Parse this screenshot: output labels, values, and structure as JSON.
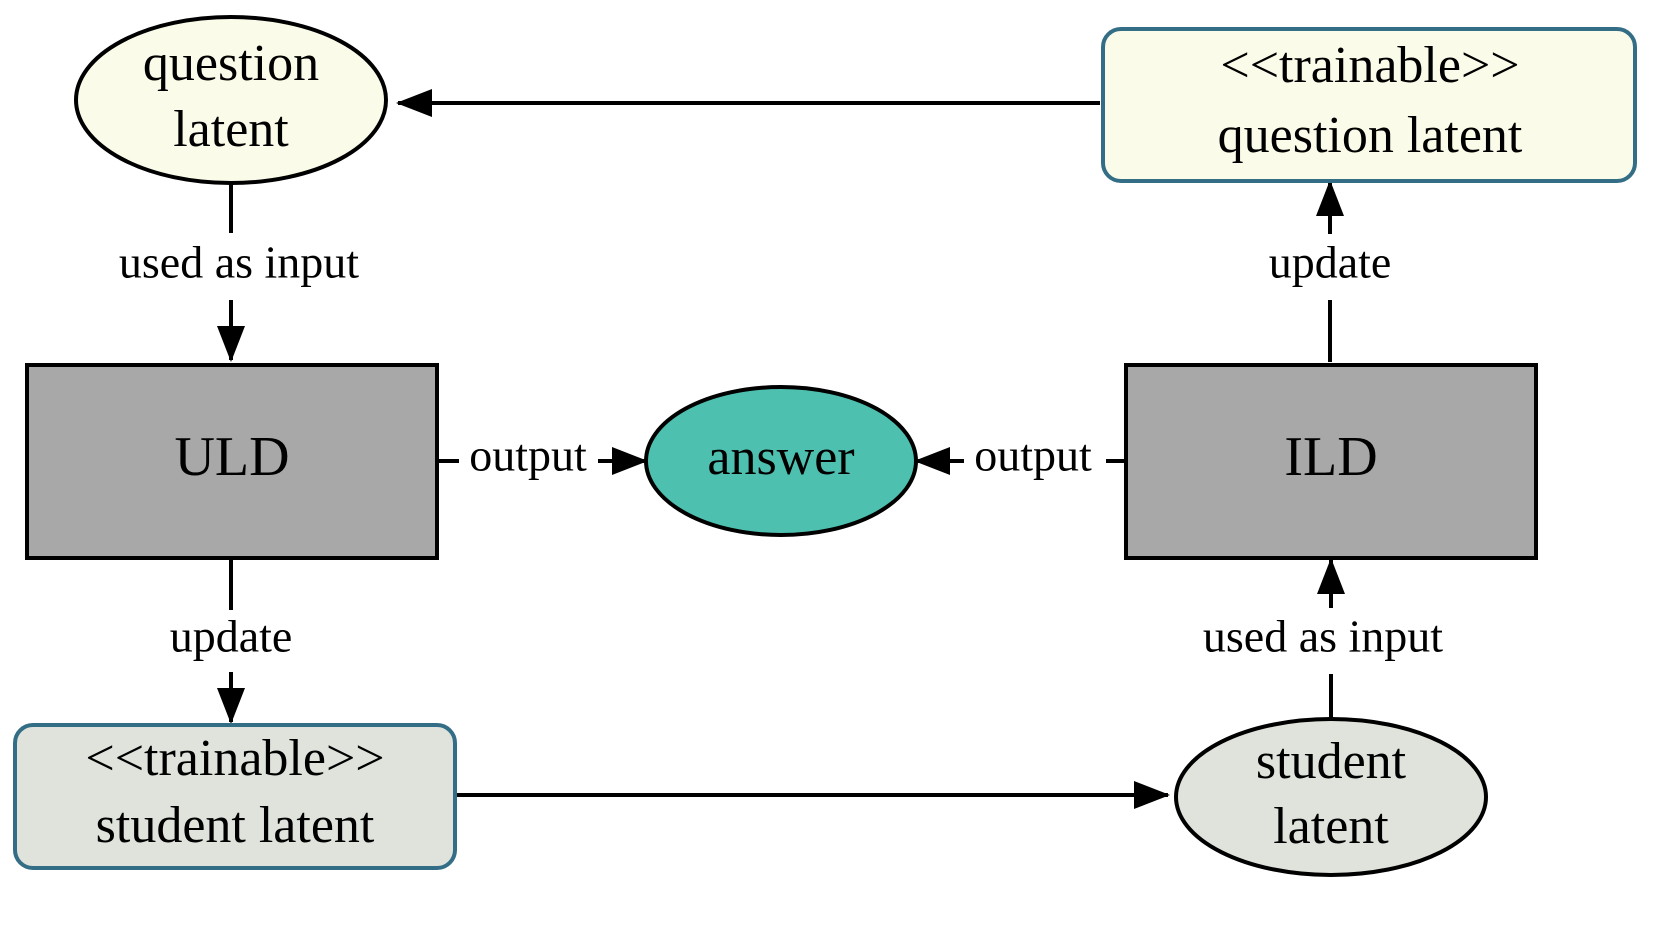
{
  "diagram": {
    "title": "ULD and ILD latent update flow",
    "background_color": "#ffffff",
    "colors": {
      "cream_fill": "#fbfbe9",
      "gray_box_fill": "#a8a8a8",
      "teal_fill": "#4dc0b0",
      "pale_gray_green_fill": "#dfe3dc",
      "black_stroke": "#000000",
      "blue_stroke": "#336e86"
    },
    "nodes": [
      {
        "id": "question-latent",
        "shape": "ellipse",
        "lines": [
          "question",
          "latent"
        ],
        "fill": "#fbfbe9",
        "stroke": "#000000"
      },
      {
        "id": "trainable-question-latent",
        "shape": "rounded-rect",
        "lines": [
          "<<trainable>>",
          "question latent"
        ],
        "fill": "#fbfbe9",
        "stroke": "#336e86"
      },
      {
        "id": "uld",
        "shape": "rect",
        "lines": [
          "ULD"
        ],
        "fill": "#a8a8a8",
        "stroke": "#000000"
      },
      {
        "id": "answer",
        "shape": "ellipse",
        "lines": [
          "answer"
        ],
        "fill": "#4dc0b0",
        "stroke": "#000000"
      },
      {
        "id": "ild",
        "shape": "rect",
        "lines": [
          "ILD"
        ],
        "fill": "#a8a8a8",
        "stroke": "#000000"
      },
      {
        "id": "trainable-student-latent",
        "shape": "rounded-rect",
        "lines": [
          "<<trainable>>",
          "student latent"
        ],
        "fill": "#dfe3dc",
        "stroke": "#336e86"
      },
      {
        "id": "student-latent",
        "shape": "ellipse",
        "lines": [
          "student",
          "latent"
        ],
        "fill": "#dfe3dc",
        "stroke": "#000000"
      }
    ],
    "edges": [
      {
        "id": "trainable-question-latent-to-question-latent",
        "from": "trainable-question-latent",
        "to": "question-latent",
        "label": ""
      },
      {
        "id": "question-latent-to-uld",
        "from": "question-latent",
        "to": "uld",
        "label": "used as input"
      },
      {
        "id": "uld-to-answer",
        "from": "uld",
        "to": "answer",
        "label": "output"
      },
      {
        "id": "ild-to-answer",
        "from": "ild",
        "to": "answer",
        "label": "output"
      },
      {
        "id": "ild-to-trainable-question-latent",
        "from": "ild",
        "to": "trainable-question-latent",
        "label": "update"
      },
      {
        "id": "uld-to-trainable-student-latent",
        "from": "uld",
        "to": "trainable-student-latent",
        "label": "update"
      },
      {
        "id": "trainable-student-latent-to-student-latent",
        "from": "trainable-student-latent",
        "to": "student-latent",
        "label": ""
      },
      {
        "id": "student-latent-to-ild",
        "from": "student-latent",
        "to": "ild",
        "label": "used as input"
      }
    ]
  },
  "labels": {
    "question_latent_line1": "question",
    "question_latent_line2": "latent",
    "trainable_question_line1": "<<trainable>>",
    "trainable_question_line2": "question latent",
    "uld": "ULD",
    "answer": "answer",
    "ild": "ILD",
    "trainable_student_line1": "<<trainable>>",
    "trainable_student_line2": "student latent",
    "student_latent_line1": "student",
    "student_latent_line2": "latent",
    "used_as_input_left": "used as input",
    "used_as_input_right": "used as input",
    "update_left": "update",
    "update_right": "update",
    "output_left": "output",
    "output_right": "output"
  }
}
